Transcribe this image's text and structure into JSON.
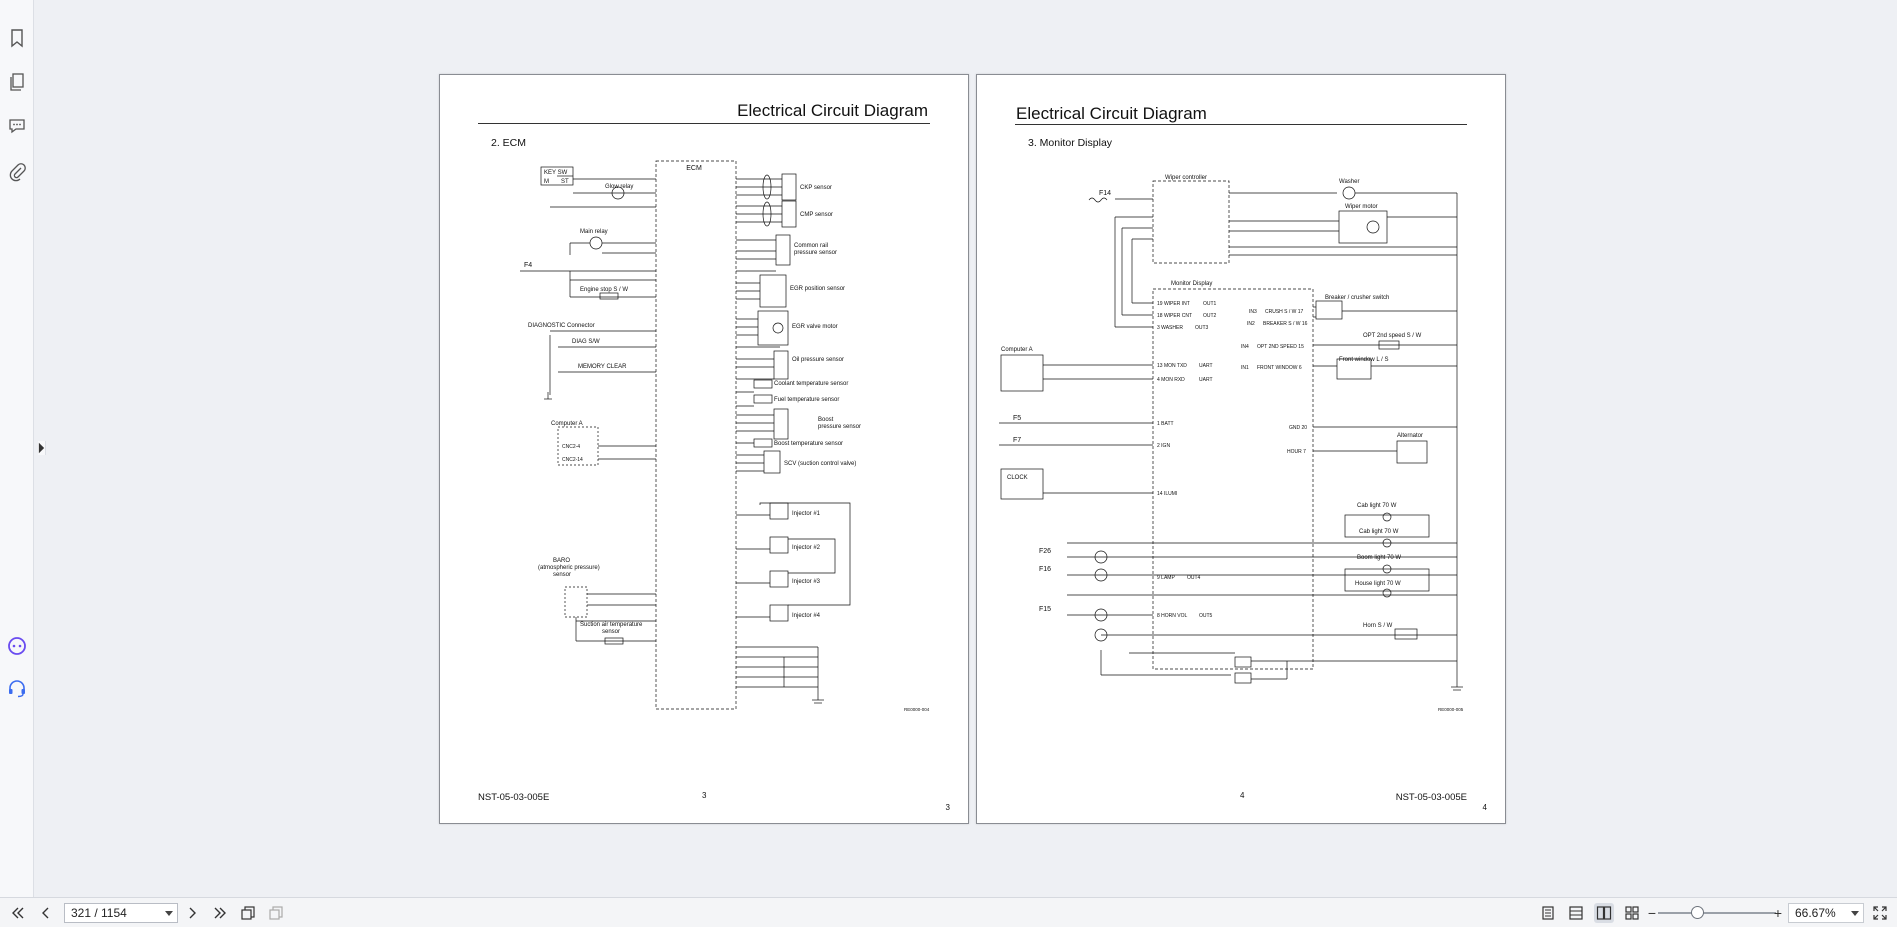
{
  "left_page": {
    "title": "Electrical Circuit Diagram",
    "section": "2. ECM",
    "doc_code": "NST-05-03-005E",
    "center_page_label": "3",
    "corner_page_label": "3",
    "figure_code": "RE0000-004",
    "ecm_label": "ECM",
    "labels": {
      "key_sw": "KEY SW",
      "m": "M",
      "st": "ST",
      "glow_relay": "Glow relay",
      "main_relay": "Main relay",
      "f4": "F4",
      "engine_stop": "Engine stop S / W",
      "diag_connector": "DIAGNOSTIC Connector",
      "diag_sw": "DIAG S/W",
      "memory_clear": "MEMORY CLEAR",
      "computer_a": "Computer A",
      "cnc2_4": "CNC2-4",
      "cnc2_14": "CNC2-14",
      "baro": "BARO",
      "baro2": "(atmospheric pressure)",
      "baro3": "sensor",
      "suction_air": "Suction air temperature",
      "suction_air2": "sensor",
      "ckp": "CKP sensor",
      "cmp": "CMP sensor",
      "common_rail": "Common rail",
      "common_rail2": "pressure sensor",
      "egr_position": "EGR position sensor",
      "egr_valve": "EGR valve motor",
      "oil_pressure": "Oil pressure sensor",
      "coolant_temp": "Coolant temperature sensor",
      "fuel_temp": "Fuel temperature sensor",
      "boost": "Boost",
      "boost2": "pressure sensor",
      "boost_temp": "Boost temperature sensor",
      "scv": "SCV (suction control valve)",
      "inj1": "Injector #1",
      "inj2": "Injector #2",
      "inj3": "Injector #3",
      "inj4": "Injector #4"
    }
  },
  "right_page": {
    "title": "Electrical Circuit Diagram",
    "section": "3. Monitor Display",
    "doc_code": "NST-05-03-005E",
    "center_page_label": "4",
    "corner_page_label": "4",
    "figure_code": "RE0000-005",
    "labels": {
      "wiper_controller": "Wiper controller",
      "washer": "Washer",
      "wiper_motor": "Wiper motor",
      "f14": "F14",
      "monitor_display": "Monitor Display",
      "wiper_int": "19 WIPER INT",
      "out1": "OUT1",
      "wiper_cnt": "18 WIPER CNT",
      "out2": "OUT2",
      "washer_out": "3 WASHER",
      "out3": "OUT3",
      "breaker_sw": "Breaker / crusher switch",
      "in3": "IN3",
      "crush_sw": "CRUSH S / W 17",
      "in2": "IN2",
      "breaker_sw17": "BREAKER S / W 16",
      "in4": "IN4",
      "opt_2nd_speed": "OPT 2ND SPEED 15",
      "opt_2nd_sw": "OPT 2nd speed S / W",
      "in1": "IN1",
      "front_window": "FRONT WINDOW  6",
      "front_window_ls": "Front window L / S",
      "computer_a": "Computer A",
      "mon_txd": "13 MON TXD",
      "uart1": "UART",
      "mon_rxd": "4 MON RXD",
      "uart2": "UART",
      "f5": "F5",
      "batt": "1 BATT",
      "f7": "F7",
      "ign": "2 IGN",
      "gnd": "GND 20",
      "hour": "HOUR  7",
      "alternator": "Alternator",
      "clock": "CLOCK",
      "ilumi": "14 ILUMI",
      "cab_light1": "Cab light 70 W",
      "cab_light2": "Cab light 70 W",
      "boom_light": "Boom light 70 W",
      "house_light": "House light 70 W",
      "f26": "F26",
      "f16": "F16",
      "lamp": "9 LAMP",
      "out4": "OUT4",
      "f15": "F15",
      "horn_vol": "8 HORN VOL",
      "out5": "OUT5",
      "horn_sw": "Horn S / W"
    }
  },
  "toolbar": {
    "page_indicator": "321 / 1154",
    "zoom": "66.67%"
  }
}
